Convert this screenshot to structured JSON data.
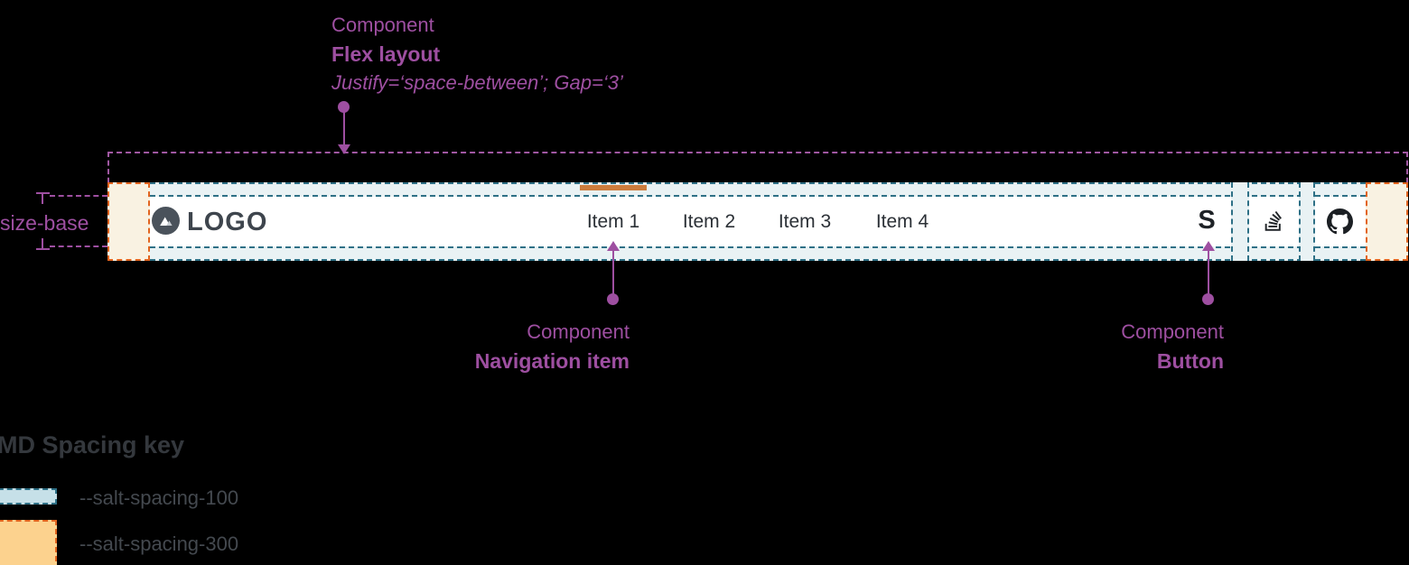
{
  "annotations": {
    "flex": {
      "kind": "Component",
      "name": "Flex layout",
      "props": "Justify=‘space-between’; Gap=‘3’"
    },
    "nav_item": {
      "kind": "Component",
      "name": "Navigation item"
    },
    "button": {
      "kind": "Component",
      "name": "Button"
    },
    "size_base_label": "size-base"
  },
  "navbar": {
    "logo_text": "LOGO",
    "items": [
      {
        "label": "Item 1",
        "active": true
      },
      {
        "label": "Item 2",
        "active": false
      },
      {
        "label": "Item 3",
        "active": false
      },
      {
        "label": "Item 4",
        "active": false
      }
    ],
    "s_button_glyph": "S",
    "icon_buttons": [
      "s-icon",
      "stackoverflow-icon",
      "github-icon"
    ]
  },
  "key": {
    "title": "MD Spacing key",
    "entries": [
      {
        "label": "--salt-spacing-100"
      },
      {
        "label": "--salt-spacing-300"
      }
    ]
  },
  "colors": {
    "annotation_purple": "#9e4fa1",
    "spacing_100_border": "#2e7086",
    "spacing_100_fill": "#e9f2f4",
    "spacing_300_border": "#e2641f",
    "spacing_300_fill": "#f9f2e2",
    "key_spacing_100_fill": "#c6e0e8",
    "key_spacing_300_fill": "#fcd28e",
    "active_indicator": "#cc7c3c"
  }
}
